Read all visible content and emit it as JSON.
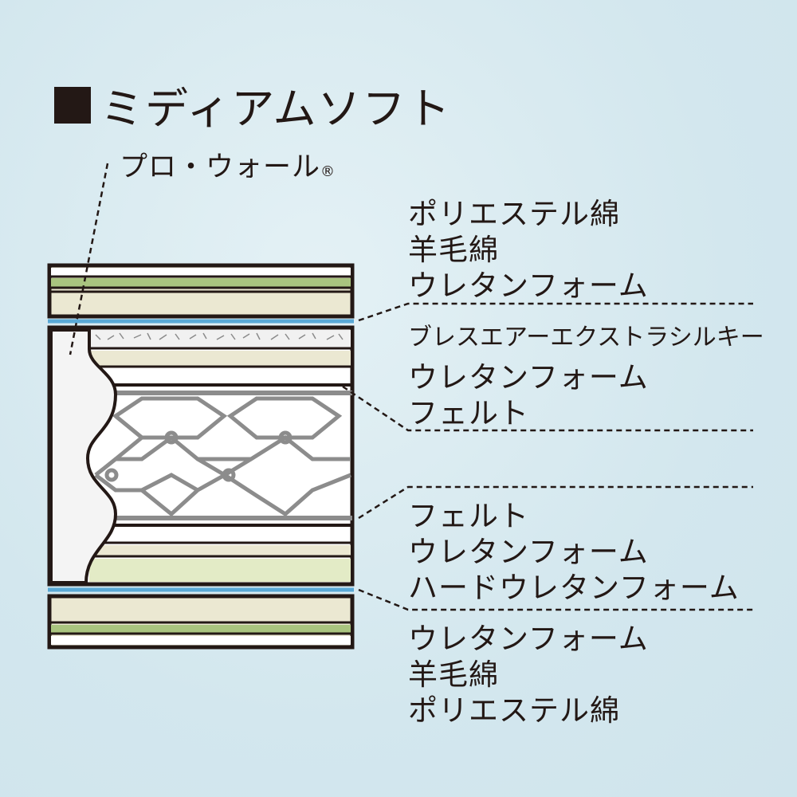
{
  "title": "ミディアムソフト",
  "pro_wall": {
    "label": "プロ・ウォール",
    "mark": "®"
  },
  "groups": [
    {
      "lines": [
        "ポリエステル綿",
        "羊毛綿",
        "ウレタンフォーム"
      ]
    },
    {
      "lines": [
        "ブレスエアーエクストラシルキー",
        "ウレタンフォーム",
        "フェルト"
      ]
    },
    {
      "lines": [
        "フェルト",
        "ウレタンフォーム",
        "ハードウレタンフォーム"
      ]
    },
    {
      "lines": [
        "ウレタンフォーム",
        "羊毛綿",
        "ポリエステル綿"
      ]
    }
  ],
  "colors": {
    "background": "#d6e9ef",
    "outline": "#231815",
    "green": "#a9c47f",
    "cream": "#ebe8d2",
    "light_green": "#e3ebc6",
    "blue_line": "#5aa9d6",
    "spring": "#8c8c8c"
  }
}
